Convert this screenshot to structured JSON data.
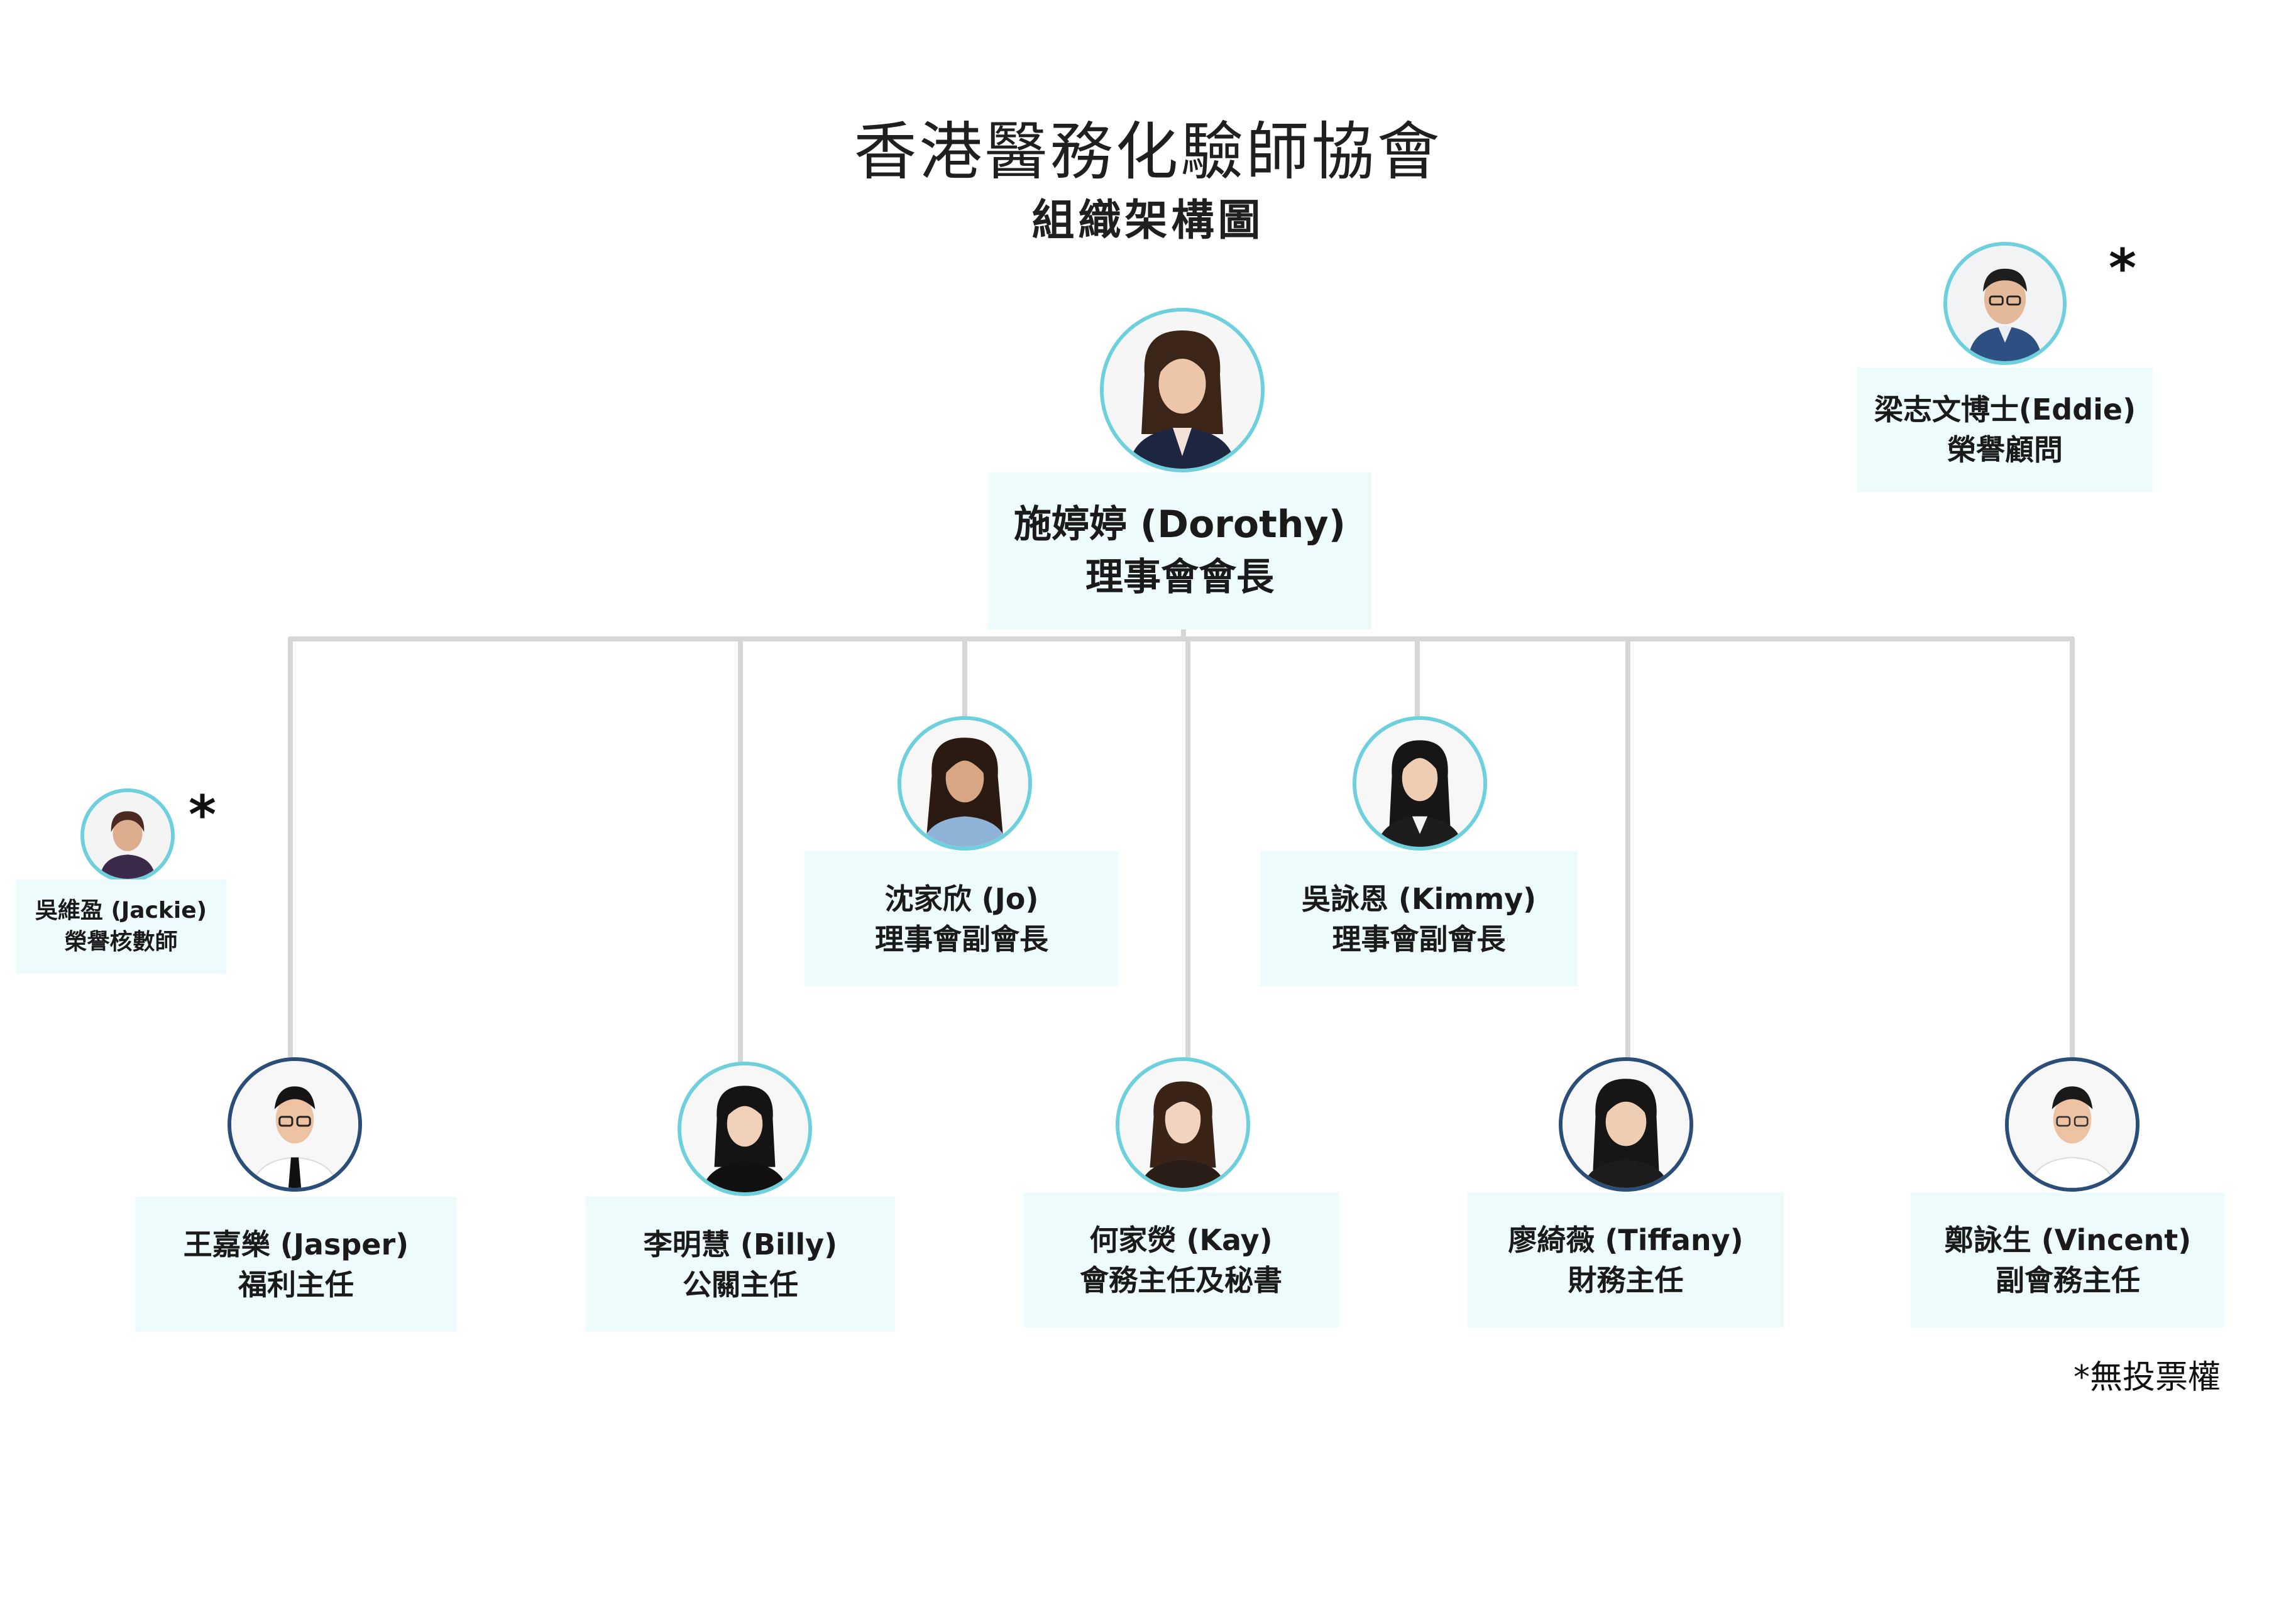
{
  "header": {
    "title": "香港醫務化驗師協會",
    "subtitle": "組織架構圖"
  },
  "president": {
    "name": "施婷婷 (Dorothy)",
    "role": "理事會會長"
  },
  "advisor": {
    "name": "梁志文博士(Eddie)",
    "role": "榮譽顧問",
    "mark": "*"
  },
  "auditor": {
    "name": "吳維盈 (Jackie)",
    "role": "榮譽核數師",
    "mark": "*"
  },
  "vice_presidents": [
    {
      "name": "沈家欣 (Jo)",
      "role": "理事會副會長"
    },
    {
      "name": "吳詠恩 (Kimmy)",
      "role": "理事會副會長"
    }
  ],
  "officers": [
    {
      "name": "王嘉樂 (Jasper)",
      "role": "福利主任"
    },
    {
      "name": "李明慧 (Billy)",
      "role": "公關主任"
    },
    {
      "name": "何家熒 (Kay)",
      "role": "會務主任及秘書"
    },
    {
      "name": "廖綺薇 (Tiffany)",
      "role": "財務主任"
    },
    {
      "name": "鄭詠生 (Vincent)",
      "role": "副會務主任"
    }
  ],
  "footnote": "*無投票權",
  "colors": {
    "card_bg": "#eefbfc",
    "ring": "#6fd0dd",
    "ring_dark": "#2b4e78",
    "connector": "#d6d6d6"
  }
}
